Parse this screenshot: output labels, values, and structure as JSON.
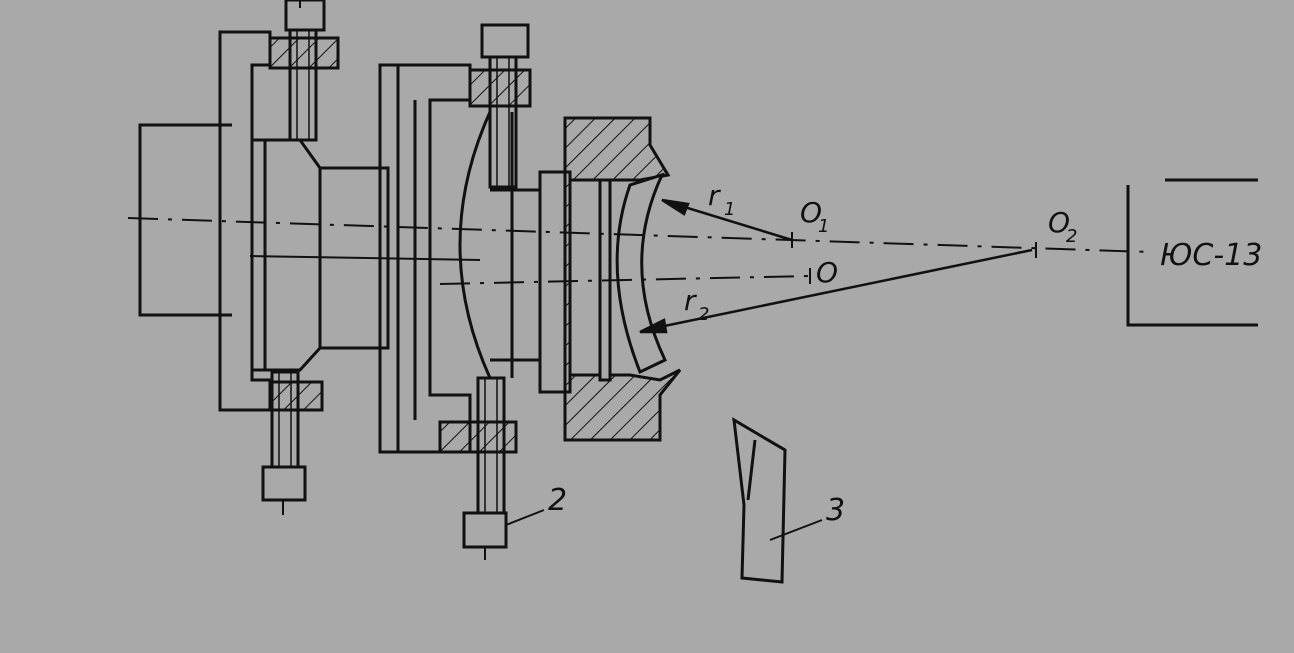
{
  "drawing": {
    "labels": {
      "r1": "r",
      "r1_sub": "1",
      "r2": "r",
      "r2_sub": "2",
      "o1": "O",
      "o1_sub": "1",
      "o": "O",
      "o2": "O",
      "o2_sub": "2",
      "device": "ЮС-13",
      "callout_2": "2",
      "callout_3": "3"
    },
    "colors": {
      "background": "#a9a9a9",
      "line": "#111111"
    }
  }
}
